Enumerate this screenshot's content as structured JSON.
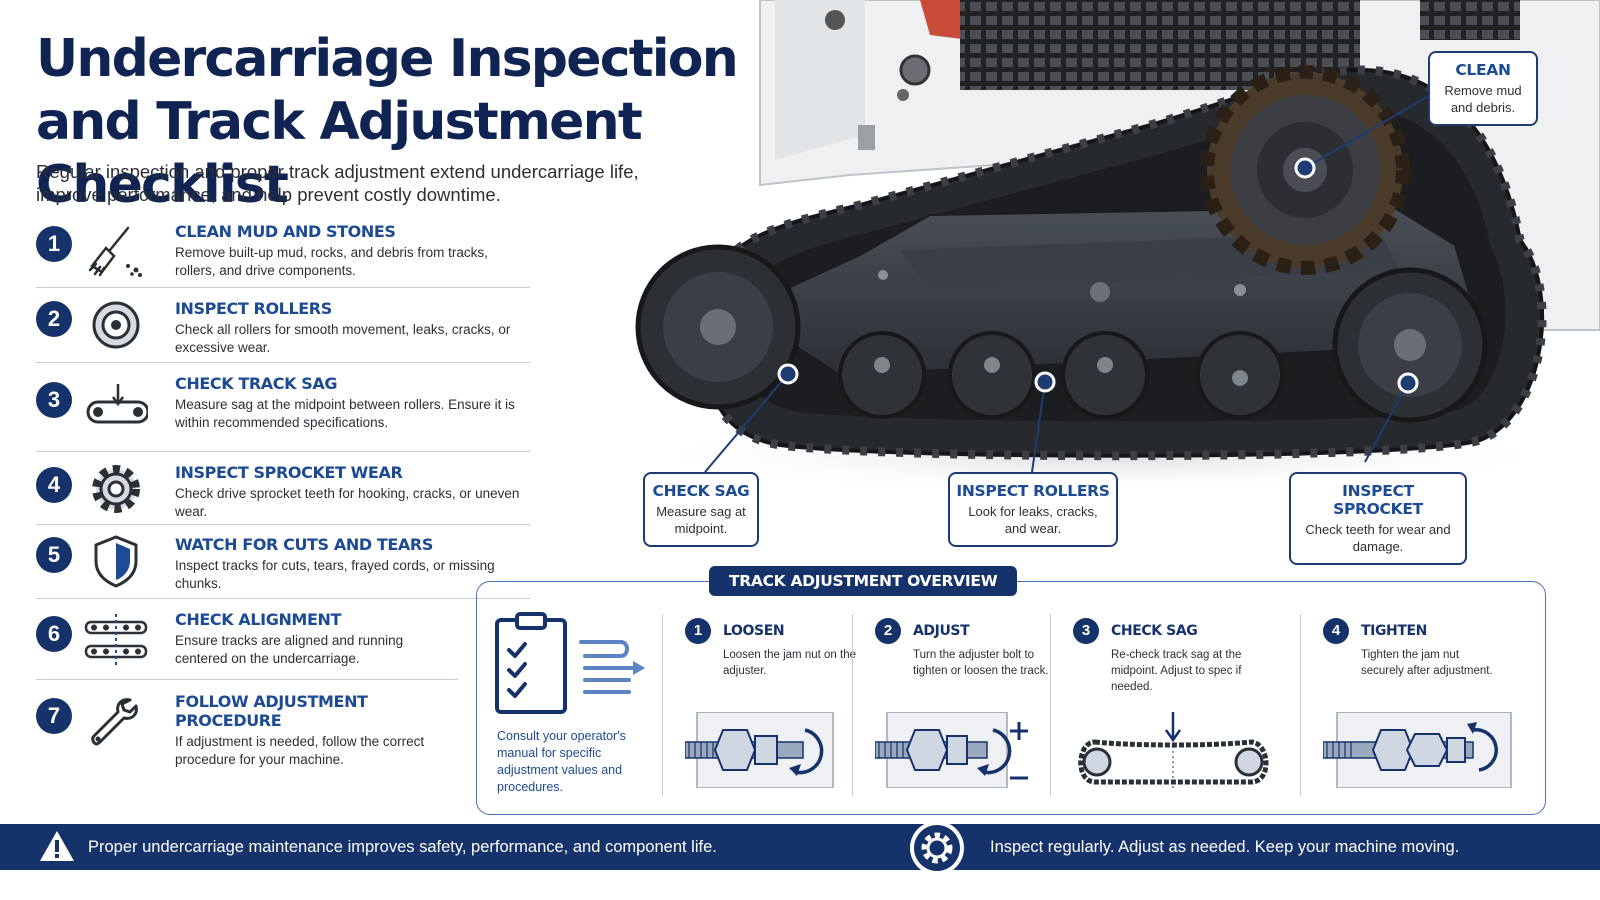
{
  "header": {
    "title": "Undercarriage Inspection and Track Adjustment Checklist",
    "subtitle": "Regular inspection and proper track adjustment extend undercarriage life, improve performance, and help prevent costly downtime."
  },
  "checklist": [
    {
      "number": "1",
      "icon": "brush-icon",
      "title": "CLEAN MUD AND STONES",
      "text": "Remove built-up mud, rocks, and debris from tracks, rollers, and drive components."
    },
    {
      "number": "2",
      "icon": "roller-icon",
      "title": "INSPECT ROLLERS",
      "text": "Check all rollers for smooth movement, leaks, cracks, or excessive wear."
    },
    {
      "number": "3",
      "icon": "track-sag-icon",
      "title": "CHECK TRACK SAG",
      "text": "Measure sag at the midpoint between rollers. Ensure it is within recommended specifications."
    },
    {
      "number": "4",
      "icon": "gear-icon",
      "title": "INSPECT SPROCKET WEAR",
      "text": "Check drive sprocket teeth for hooking, cracks, or uneven wear."
    },
    {
      "number": "5",
      "icon": "shield-icon",
      "title": "WATCH FOR CUTS AND TEARS",
      "text": "Inspect tracks for cuts, tears, frayed cords, or missing chunks."
    },
    {
      "number": "6",
      "icon": "alignment-icon",
      "title": "CHECK ALIGNMENT",
      "text": "Ensure tracks are aligned and running centered on the undercarriage."
    },
    {
      "number": "7",
      "icon": "wrench-icon",
      "title": "FOLLOW ADJUSTMENT PROCEDURE",
      "text": "If adjustment is needed, follow the correct procedure for your machine."
    }
  ],
  "callouts": {
    "clean": {
      "title": "CLEAN",
      "text": "Remove mud and debris."
    },
    "check_sag": {
      "title": "CHECK SAG",
      "text": "Measure sag at midpoint."
    },
    "inspect_rollers": {
      "title": "INSPECT ROLLERS",
      "text": "Look for leaks, cracks, and wear."
    },
    "inspect_sprocket": {
      "title": "INSPECT SPROCKET",
      "text": "Check teeth for wear and damage."
    }
  },
  "overview": {
    "title": "TRACK ADJUSTMENT OVERVIEW",
    "intro": "Consult your operator's manual for specific adjustment values and procedures.",
    "steps": [
      {
        "number": "1",
        "title": "LOOSEN",
        "text": "Loosen the jam nut on the adjuster."
      },
      {
        "number": "2",
        "title": "ADJUST",
        "text": "Turn the adjuster bolt to tighten or loosen the track."
      },
      {
        "number": "3",
        "title": "CHECK SAG",
        "text": "Re-check track sag at the midpoint. Adjust to spec if needed."
      },
      {
        "number": "4",
        "title": "TIGHTEN",
        "text": "Tighten the jam nut securely after adjustment."
      }
    ]
  },
  "footer": {
    "left": "Proper undercarriage maintenance improves safety, performance, and component life.",
    "right": "Inspect regularly. Adjust as needed. Keep your machine moving."
  },
  "colors": {
    "navy": "#15336a",
    "accent_blue": "#1c4a93",
    "track_dark": "#2a2d31",
    "machine_white": "#eef0f2"
  }
}
